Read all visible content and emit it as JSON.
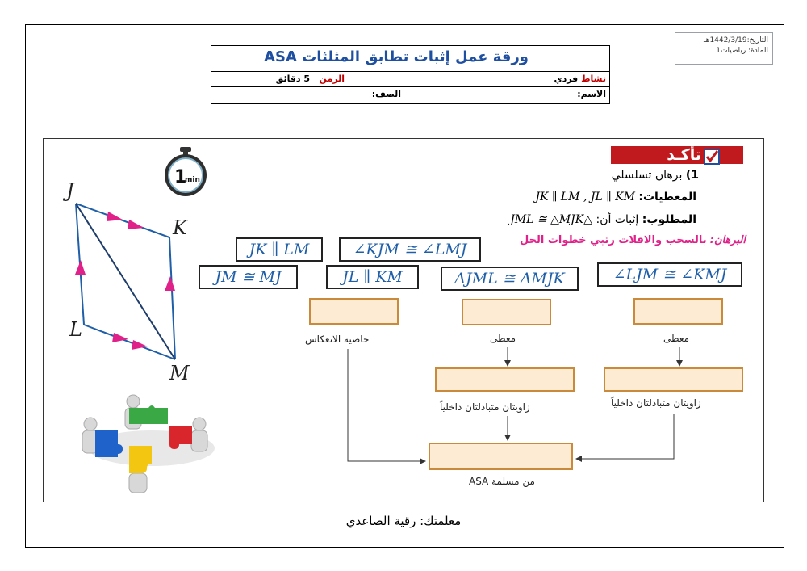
{
  "meta": {
    "date": "التاريخ:1442/3/19هـ",
    "subject": "المادة: رياضيات1"
  },
  "header": {
    "title": "ورقة عمل إثبات تطابق المثلثات ASA",
    "activity_label": "نشاط",
    "activity_value": "فردي",
    "time_label": "الزمن",
    "time_value": "5 دقائق",
    "name_label": "الاسم:",
    "class_label": "الصف:"
  },
  "section": {
    "check_title": "تأكـد",
    "problem_number": "1)",
    "problem_title": "برهان تسلسلي",
    "givens_label": "المعطيات:",
    "givens_value": "JK ∥ LM , JL ∥ KM",
    "required_label": "المطلوب:",
    "required_prefix": "إثبات أن:",
    "required_value": "△JML ≅ △MJK",
    "proof_label": "البرهان:",
    "proof_instruction": "بالسحب والافلات رتبي خطوات الحل",
    "timer_label": "1min"
  },
  "figure": {
    "vertices": [
      "J",
      "K",
      "L",
      "M"
    ],
    "colors": {
      "sides": "#1f5fa8",
      "diagonal": "#1f3d6b",
      "arrows": "#e0218a"
    }
  },
  "draggables": [
    "JK ∥ LM",
    "∠KJM ≅ ∠LMJ",
    "JM ≅ MJ",
    "JL ∥ KM",
    "ΔJML ≅ ΔMJK",
    "∠LJM ≅ ∠KMJ"
  ],
  "reasons": {
    "given_1": "معطى",
    "given_2": "معطى",
    "reflexive": "خاصية الانعكاس",
    "alt_interior_1": "زاويتان متبادلتان داخلياً",
    "alt_interior_2": "زاويتان متبادلتان داخلياً",
    "asa": "من مسلمة ASA"
  },
  "footer": {
    "teacher": "معلمتك: رقية الصاعدي"
  },
  "colors": {
    "title_blue": "#1f4fa0",
    "red_label": "#c00000",
    "statement_blue": "#1f5fa8",
    "drop_fill": "#fdebd3",
    "drop_border": "#c98a3c",
    "proof_pink": "#e0218a"
  }
}
